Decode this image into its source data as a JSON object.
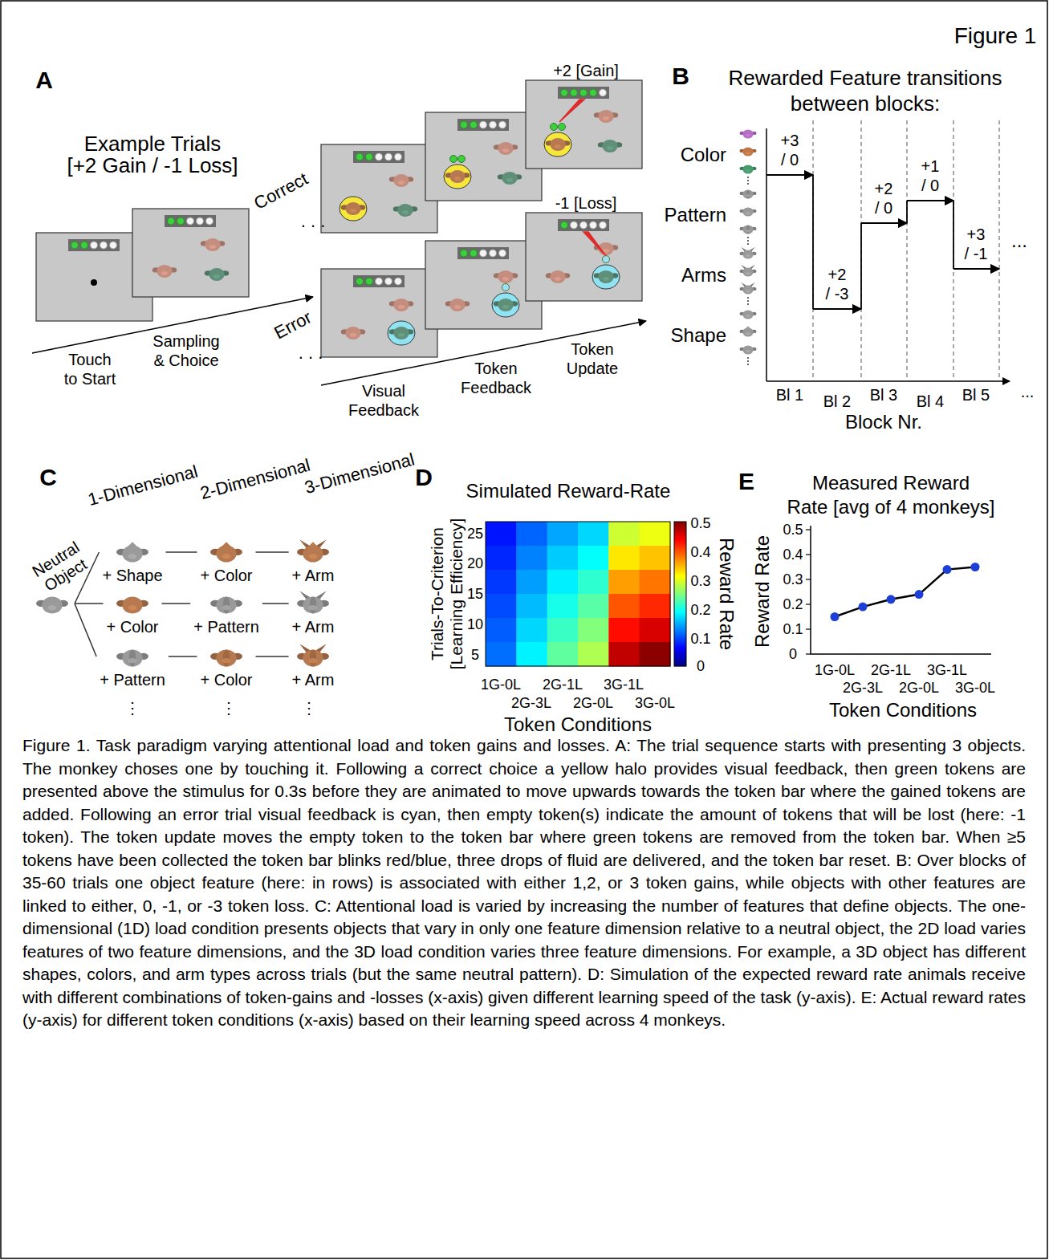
{
  "diagram": {
    "title": "Figure 1",
    "caption": "Figure 1. Task paradigm varying attentional load and token gains and losses. A: The trial sequence starts with presenting 3 objects. The monkey choses one by touching it. Following a correct choice a yellow halo provides visual feedback, then green tokens are presented above the stimulus for 0.3s before they are animated to move upwards towards the token bar where the gained tokens are added. Following an error trial visual feedback is cyan, then empty token(s) indicate the amount of tokens that will be lost (here: -1 token). The token update moves the empty token to the token bar where green tokens are removed from the token bar. When ≥5 tokens have been collected the token bar blinks red/blue, three drops of fluid are delivered, and the token bar reset. B: Over blocks of 35-60 trials one object feature (here: in rows) is associated with either 1,2, or 3 token gains, while objects with other features are linked to either, 0, -1, or -3 token loss. C: Attentional load is varied by increasing the number of features that define objects. The one-dimensional (1D) load condition presents objects that vary in only one feature dimension relative to a neutral object, the 2D load varies features of two feature dimensions, and the 3D load condition varies three feature dimensions. For example, a 3D object has different shapes, colors, and arm types across trials (but the same neutral pattern). D: Simulation of the expected reward rate animals receive with different combinations of token-gains and -losses (x-axis) given different learning speed of the task (y-axis). E: Actual reward rates (y-axis) for different token conditions (x-axis) based on their learning speed across 4 monkeys.",
    "nodes": [
      {
        "text": [
          "Neutral Object"
        ]
      },
      {
        "text": [
          "+ Shape"
        ]
      },
      {
        "text": [
          "+ Color"
        ]
      },
      {
        "text": [
          "+ Arm"
        ]
      },
      {
        "text": [
          "+ Color"
        ]
      },
      {
        "text": [
          "+ Pattern"
        ]
      },
      {
        "text": [
          "+ Arm"
        ]
      },
      {
        "text": [
          "+ Pattern"
        ]
      },
      {
        "text": [
          "+ Color"
        ]
      },
      {
        "text": [
          "+ Arm"
        ]
      }
    ],
    "edges": [
      {
        "from": 0,
        "to": 1,
        "arrow": "none"
      },
      {
        "from": 0,
        "to": 4,
        "arrow": "none"
      },
      {
        "from": 0,
        "to": 7,
        "arrow": "none"
      },
      {
        "from": 1,
        "to": 2,
        "arrow": "none"
      },
      {
        "from": 2,
        "to": 3,
        "arrow": "none"
      },
      {
        "from": 4,
        "to": 5,
        "arrow": "none"
      },
      {
        "from": 5,
        "to": 6,
        "arrow": "none"
      },
      {
        "from": 7,
        "to": 8,
        "arrow": "none"
      },
      {
        "from": 8,
        "to": 9,
        "arrow": "none"
      }
    ],
    "labels": [
      "A",
      "Example Trials",
      "[+2 Gain / -1 Loss]",
      "Correct",
      ". . .",
      "Error",
      ". . .",
      "+2 [Gain]",
      "-1 [Loss]",
      "Touch",
      "to Start",
      "Sampling",
      "& Choice",
      "Visual",
      "Feedback",
      "Token",
      "Feedback",
      "Token",
      "Update",
      "B",
      "Rewarded Feature transitions",
      "between blocks:",
      "Color",
      "Pattern",
      "Arms",
      "Shape",
      "+3",
      "/ 0",
      "+2",
      "/ -3",
      "+2",
      "/ 0",
      "+1",
      "/ 0",
      "+3",
      "/ -1",
      "...",
      "Bl 1",
      "Bl 2",
      "Bl 3",
      "Bl 4",
      "Bl 5",
      "...",
      "Block Nr.",
      "C",
      "1-Dimensional",
      "2-Dimensional",
      "3-Dimensional",
      "⋮",
      "⋮",
      "⋮",
      "D",
      "Simulated Reward-Rate",
      "Trials-To-Criterion",
      "[Learning Efficiency]",
      "25",
      "20",
      "15",
      "10",
      "5",
      "0.5",
      "0.4",
      "0.3",
      "0.2",
      "0.1",
      "0",
      "Reward Rate",
      "1G-0L",
      "2G-1L",
      "3G-1L",
      "2G-3L",
      "2G-0L",
      "3G-0L",
      "Token Conditions",
      "E",
      "Measured Reward",
      "Rate [avg of 4 monkeys]",
      "Reward Rate",
      "0.5",
      "0.4",
      "0.3",
      "0.2",
      "0.1",
      "0",
      "1G-0L",
      "2G-1L",
      "3G-1L",
      "2G-3L",
      "2G-0L",
      "3G-0L",
      "Token Conditions"
    ]
  }
}
